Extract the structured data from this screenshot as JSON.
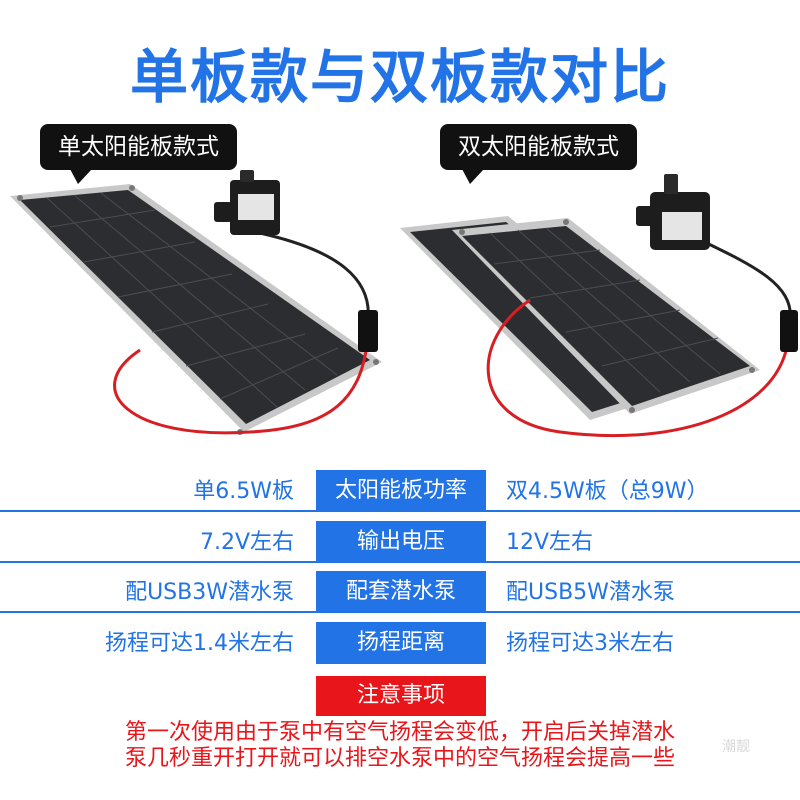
{
  "title": "单板款与双板款对比",
  "left_label": "单太阳能板款式",
  "right_label": "双太阳能板款式",
  "rows": [
    {
      "left": "单6.5W板",
      "center": "太阳能板功率",
      "right": "双4.5W板（总9W）"
    },
    {
      "left": "7.2V左右",
      "center": "输出电压",
      "right": "12V左右"
    },
    {
      "left": "配USB3W潜水泵",
      "center": "配套潜水泵",
      "right": "配USB5W潜水泵"
    },
    {
      "left": "扬程可达1.4米左右",
      "center": "扬程距离",
      "right": "扬程可达3米左右"
    }
  ],
  "notice_label": "注意事项",
  "warning_lines": [
    "第一次使用由于泵中有空气扬程会变低，开启后关掉潜水",
    "泵几秒重开打开就可以排空水泵中的空气扬程会提高一些"
  ],
  "watermark": "潮靓",
  "colors": {
    "accent_blue": "#2173e6",
    "accent_red": "#e8161b",
    "callout_bg": "#111111"
  }
}
